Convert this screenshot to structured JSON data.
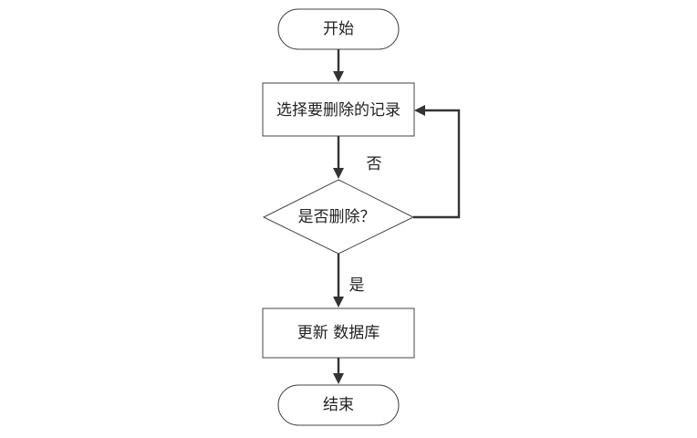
{
  "nodes": {
    "start": {
      "label": "开始"
    },
    "select": {
      "label": "选择要删除的记录"
    },
    "decision": {
      "label": "是否删除？"
    },
    "update": {
      "label": "更新 数据库"
    },
    "end": {
      "label": "结束"
    }
  },
  "edges": {
    "no_label": "否",
    "yes_label": "是"
  }
}
